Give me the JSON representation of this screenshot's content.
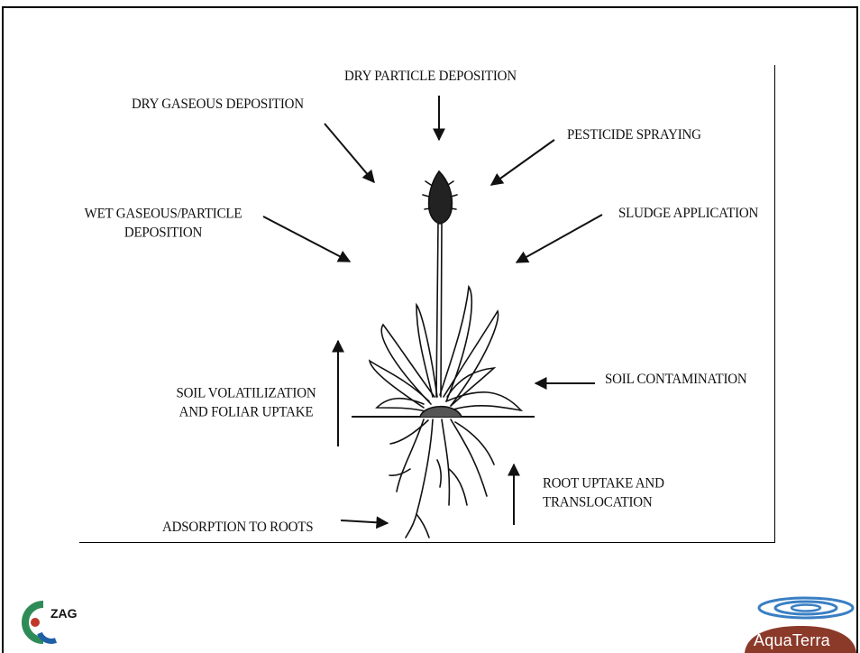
{
  "labels": {
    "dry_particle": "DRY PARTICLE DEPOSITION",
    "dry_gaseous": "DRY GASEOUS DEPOSITION",
    "pesticide": "PESTICIDE SPRAYING",
    "wet_line1": "WET GASEOUS/PARTICLE",
    "wet_line2": "DEPOSITION",
    "sludge": "SLUDGE APPLICATION",
    "soil_contamination": "SOIL CONTAMINATION",
    "volatilization_line1": "SOIL VOLATILIZATION",
    "volatilization_line2": "AND FOLIAR UPTAKE",
    "root_uptake_line1": "ROOT UPTAKE AND",
    "root_uptake_line2": "TRANSLOCATION",
    "adsorption": "ADSORPTION TO ROOTS"
  },
  "logos": {
    "zag": "ZAG",
    "aquaterra": "AquaTerra",
    "aquaterra_color": "#8b3a2a",
    "aquaterra_ring_color": "#3a7fc4",
    "zag_colors": [
      "#2e8b57",
      "#1f5fa8",
      "#c0392b"
    ]
  }
}
